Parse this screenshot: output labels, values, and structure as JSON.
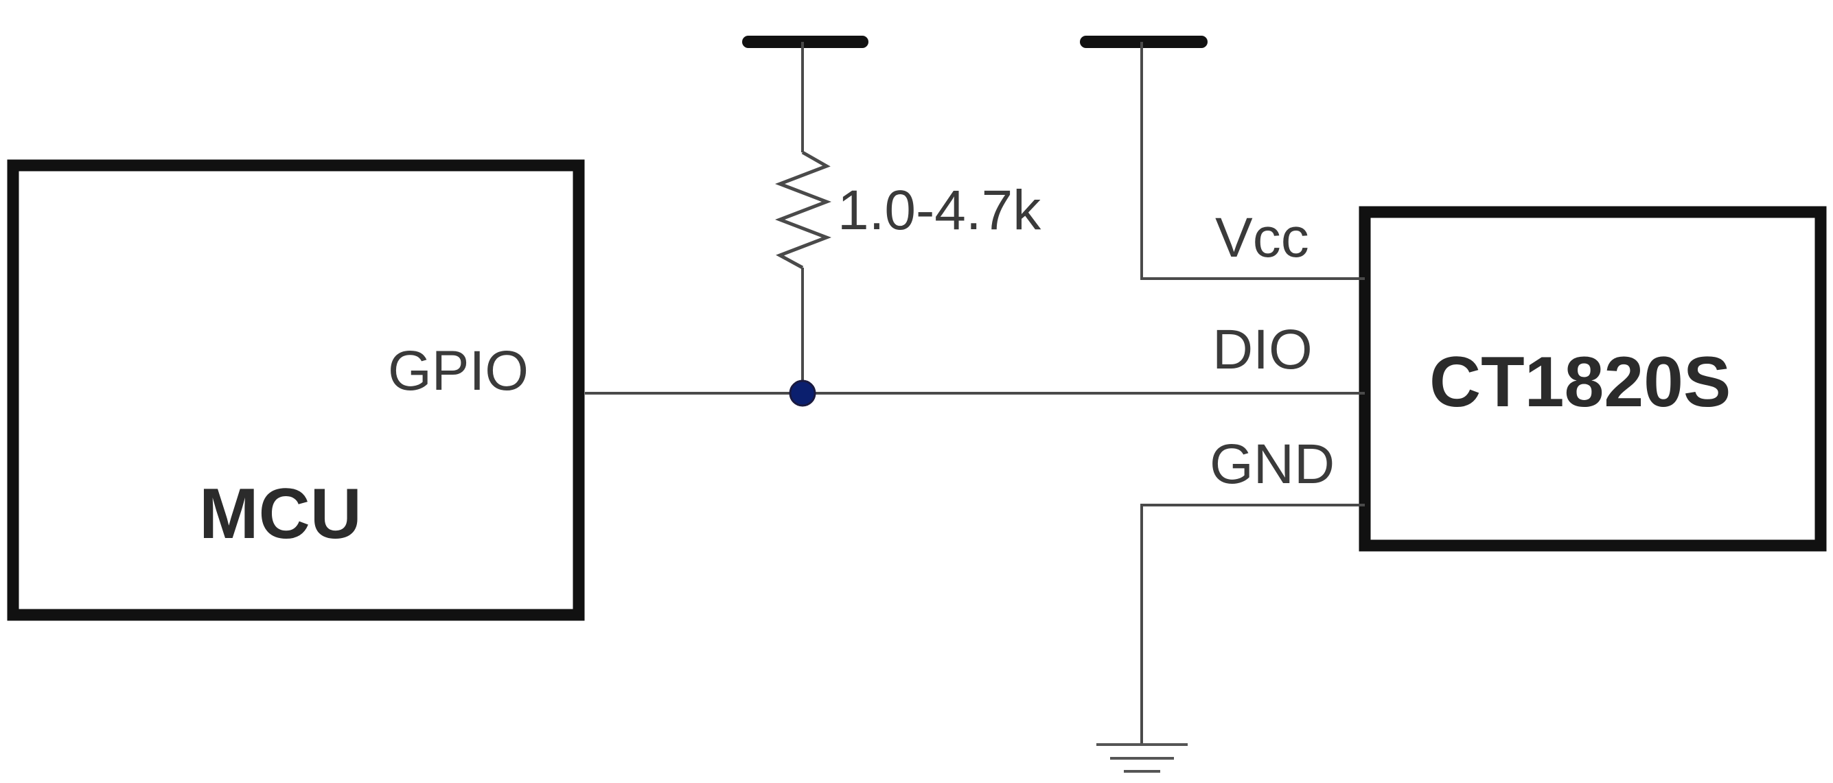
{
  "mcu": {
    "name": "MCU",
    "pin": "GPIO"
  },
  "sensor": {
    "name": "CT1820S",
    "pins": {
      "vcc": "Vcc",
      "dio": "DIO",
      "gnd": "GND"
    }
  },
  "pullup_resistor": {
    "value": "1.0-4.7k"
  },
  "colors": {
    "wire": "#4a4a4a",
    "outline": "#111111",
    "junction": "#0b1f6e"
  }
}
